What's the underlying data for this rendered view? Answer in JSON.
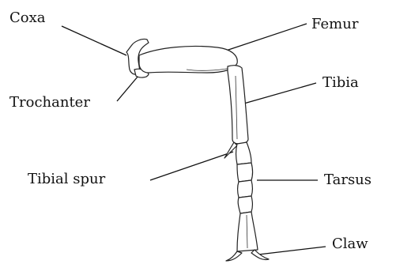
{
  "diagram": {
    "labels": {
      "coxa": "Coxa",
      "femur": "Femur",
      "trochanter": "Trochanter",
      "tibia": "Tibia",
      "tibial_spur": "Tibial spur",
      "tarsus": "Tarsus",
      "claw": "Claw"
    }
  }
}
